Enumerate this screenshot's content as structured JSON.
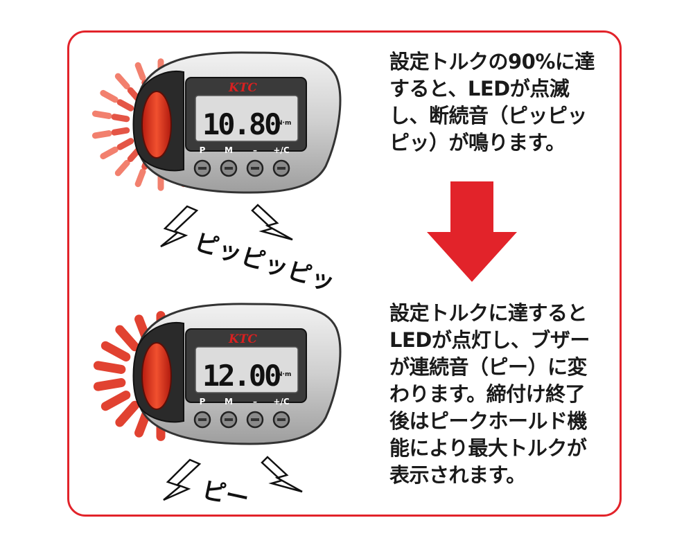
{
  "colors": {
    "frame": "#e2232a",
    "arrow": "#e2232a",
    "led": "#e03826",
    "led_ring": "#f06a55",
    "brand": "#d92020",
    "body": "#c8c8c8",
    "lcd": "#dcdcdc"
  },
  "device_top": {
    "brand": "KTC",
    "reading": "10.80",
    "unit": "N·m",
    "button_labels": [
      "P",
      "M",
      "–",
      "+/C"
    ],
    "led_state": "blinking"
  },
  "device_bottom": {
    "brand": "KTC",
    "reading": "12.00",
    "unit": "N·m",
    "button_labels": [
      "P",
      "M",
      "–",
      "+/C"
    ],
    "led_state": "lit"
  },
  "sound_top": "ピッピッピッ",
  "sound_bottom": "ピー",
  "description_top": [
    "設定トルクの90%に達",
    "すると、LEDが点滅",
    "し、断続音（ピッピッ",
    "ピッ）が鳴ります。"
  ],
  "description_bottom": [
    "設定トルクに達すると",
    "LEDが点灯し、ブザー",
    "が連続音（ピー）に変",
    "わります。締付け終了",
    "後はピークホールド機",
    "能により最大トルクが",
    "表示されます。"
  ],
  "icons": [
    "down-arrow-icon",
    "lightning-icon",
    "led-burst-icon"
  ]
}
